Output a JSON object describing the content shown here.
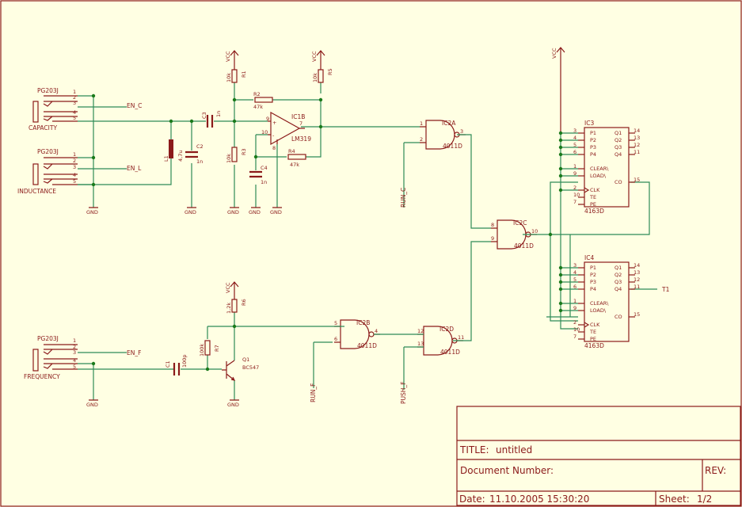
{
  "colors": {
    "background": "#ffffe3",
    "wire": "#2e8b57",
    "symbol": "#8b1a1a",
    "junction": "#1a7a1a"
  },
  "net_labels": {
    "vcc": "VCC",
    "gnd": "GND",
    "en_c": "EN_C",
    "en_l": "EN_L",
    "en_f": "EN_F",
    "run_c": "RUN_C",
    "run_f": "RUN_F",
    "push_f": "PUSH_F",
    "t1": "T1"
  },
  "connectors": {
    "capacity": {
      "part": "PG203J",
      "label": "CAPACITY"
    },
    "inductance": {
      "part": "PG203J",
      "label": "INDUCTANCE"
    },
    "frequency": {
      "part": "PG203J",
      "label": "FREQUENCY"
    },
    "pins": [
      "1",
      "2",
      "3",
      "4",
      "5"
    ]
  },
  "components": {
    "r1": {
      "ref": "R1",
      "value": "10k"
    },
    "r2": {
      "ref": "R2",
      "value": "47k"
    },
    "r3": {
      "ref": "R3",
      "value": "10k"
    },
    "r4": {
      "ref": "R4",
      "value": "47k"
    },
    "r5": {
      "ref": "R5",
      "value": "10k"
    },
    "r6": {
      "ref": "R6",
      "value": "1,2k"
    },
    "r7": {
      "ref": "R7",
      "value": "100k"
    },
    "c1": {
      "ref": "C1",
      "value": "100p"
    },
    "c2": {
      "ref": "C2",
      "value": "1n"
    },
    "c3": {
      "ref": "C3",
      "value": "1n"
    },
    "c4": {
      "ref": "C4",
      "value": "1n"
    },
    "l1": {
      "ref": "L1",
      "value": "4,7u"
    },
    "q1": {
      "ref": "Q1",
      "value": "BC547"
    }
  },
  "ic1b": {
    "ref": "IC1B",
    "part": "LM319",
    "pin_plus": "9",
    "pin_minus": "10",
    "pin_out": "7",
    "pin_8": "8"
  },
  "gates": {
    "ic2a": {
      "ref": "IC2A",
      "part": "4011D",
      "p_in1": "1",
      "p_in2": "2",
      "p_out": "3"
    },
    "ic2b": {
      "ref": "IC2B",
      "part": "4011D",
      "p_in1": "5",
      "p_in2": "6",
      "p_out": "4"
    },
    "ic2c": {
      "ref": "IC2C",
      "part": "4011D",
      "p_in1": "8",
      "p_in2": "9",
      "p_out": "10"
    },
    "ic2d": {
      "ref": "IC2D",
      "part": "4011D",
      "p_in1": "12",
      "p_in2": "13",
      "p_out": "11"
    }
  },
  "counters": {
    "ic3": {
      "ref": "IC3",
      "part": "4163D"
    },
    "ic4": {
      "ref": "IC4",
      "part": "4163D"
    },
    "left_pins": [
      {
        "name": "P1",
        "num": "3"
      },
      {
        "name": "P2",
        "num": "4"
      },
      {
        "name": "P3",
        "num": "5"
      },
      {
        "name": "P4",
        "num": "6"
      },
      {
        "name": "CLEAR\\",
        "num": "1"
      },
      {
        "name": "LOAD\\",
        "num": "9"
      },
      {
        "name": "CLK",
        "num": "2"
      },
      {
        "name": "TE",
        "num": "10"
      },
      {
        "name": "PE",
        "num": "7"
      }
    ],
    "right_pins": [
      {
        "name": "Q1",
        "num": "14"
      },
      {
        "name": "Q2",
        "num": "13"
      },
      {
        "name": "Q3",
        "num": "12"
      },
      {
        "name": "Q4",
        "num": "11"
      },
      {
        "name": "CO",
        "num": "15"
      }
    ]
  },
  "title_block": {
    "title_label": "TITLE:",
    "title_value": "untitled",
    "docnum_label": "Document Number:",
    "rev_label": "REV:",
    "date_label": "Date:",
    "date_value": "11.10.2005 15:30:20",
    "sheet_label": "Sheet:",
    "sheet_value": "1/2"
  }
}
